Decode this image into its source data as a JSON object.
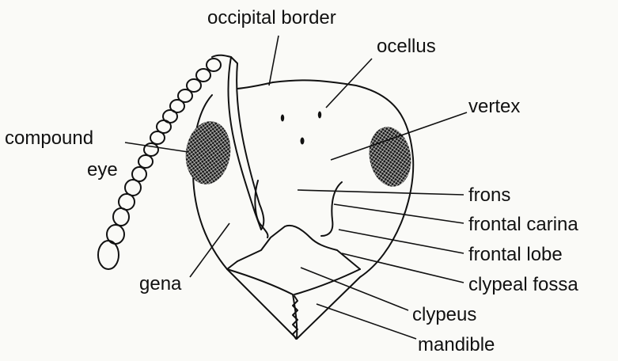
{
  "labels": {
    "occipital_border": "occipital border",
    "ocellus": "ocellus",
    "vertex": "vertex",
    "compound_line1": "compound",
    "compound_line2": "eye",
    "frons": "frons",
    "frontal_carina": "frontal carina",
    "frontal_lobe": "frontal lobe",
    "clypeal_fossa": "clypeal fossa",
    "gena": "gena",
    "clypeus": "clypeus",
    "mandible": "mandible"
  },
  "colors": {
    "ink": "#111111",
    "background": "#fafaf7",
    "eye_fill": "#1a1a1a"
  }
}
